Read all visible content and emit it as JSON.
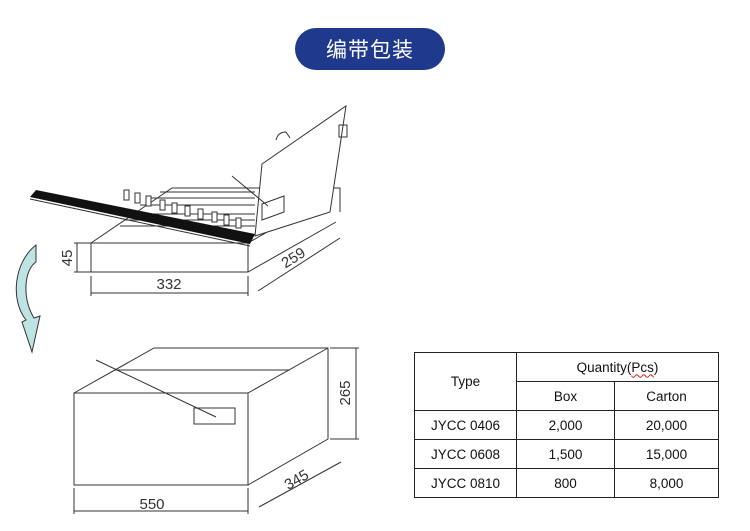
{
  "title": "编带包装",
  "colors": {
    "title_bg": "#1f3a8c",
    "arrow_fill_top": "#a9d2cf",
    "arrow_fill_bottom": "#cff1f0"
  },
  "inner_box": {
    "width_label": "332",
    "height_label": "45",
    "depth_label": "259"
  },
  "carton": {
    "width_label": "550",
    "height_label": "265",
    "depth_label": "345"
  },
  "table": {
    "header_type": "Type",
    "header_quantity_prefix": "Quantity(",
    "header_quantity_unit": "Pcs",
    "header_quantity_suffix": ")",
    "sub_headers": [
      "Box",
      "Carton"
    ],
    "rows": [
      {
        "type": "JYCC 0406",
        "box": "2,000",
        "carton": "20,000"
      },
      {
        "type": "JYCC 0608",
        "box": "1,500",
        "carton": "15,000"
      },
      {
        "type": "JYCC 0810",
        "box": "800",
        "carton": "8,000"
      }
    ]
  }
}
